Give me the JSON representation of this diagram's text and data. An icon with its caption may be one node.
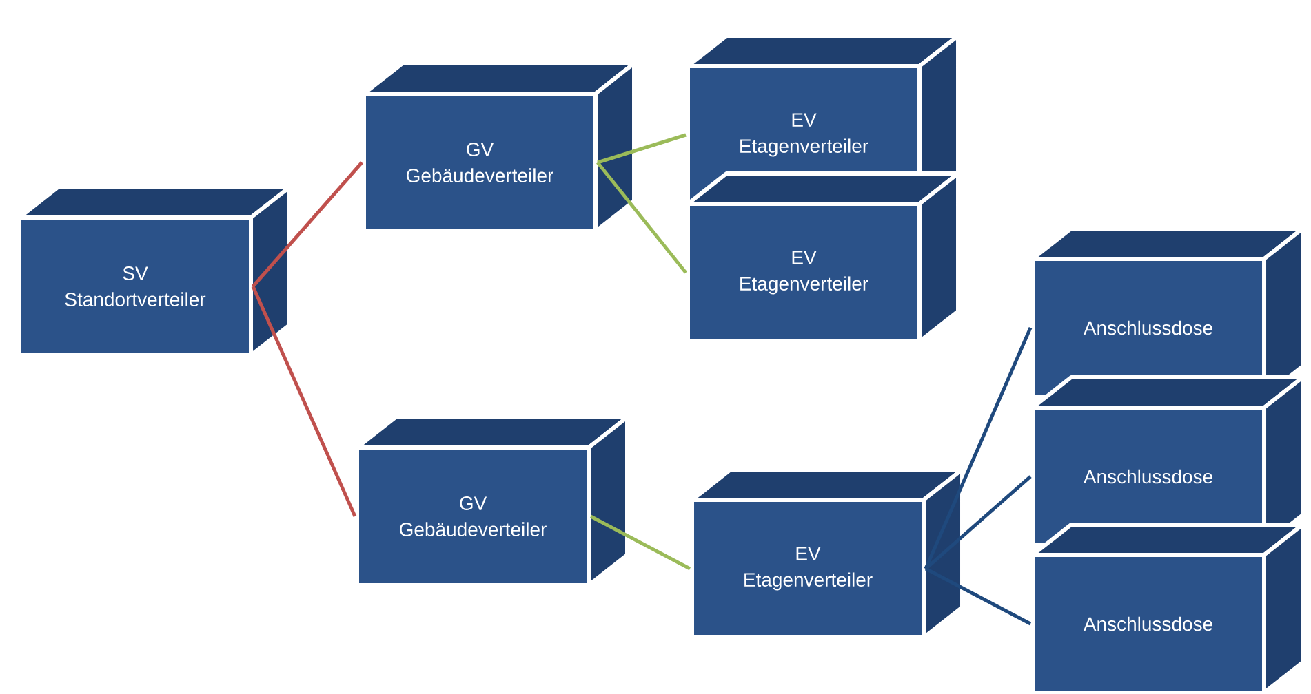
{
  "diagram": {
    "nodes": [
      {
        "text": [
          "SV",
          "Standortverteiler"
        ]
      },
      {
        "text": [
          "GV",
          "Gebäudeverteiler"
        ]
      },
      {
        "text": [
          "GV",
          "Gebäudeverteiler"
        ]
      },
      {
        "text": [
          "EV",
          "Etagenverteiler"
        ]
      },
      {
        "text": [
          "EV",
          "Etagenverteiler"
        ]
      },
      {
        "text": [
          "EV",
          "Etagenverteiler"
        ]
      },
      {
        "text": [
          "Anschlussdose"
        ]
      },
      {
        "text": [
          "Anschlussdose"
        ]
      },
      {
        "text": [
          "Anschlussdose"
        ]
      }
    ],
    "edges": [
      {
        "from": 0,
        "to": 1,
        "arrow": "none",
        "color": "#c0504d"
      },
      {
        "from": 0,
        "to": 2,
        "arrow": "none",
        "color": "#c0504d"
      },
      {
        "from": 1,
        "to": 3,
        "arrow": "none",
        "color": "#9bbb59"
      },
      {
        "from": 1,
        "to": 4,
        "arrow": "none",
        "color": "#9bbb59"
      },
      {
        "from": 2,
        "to": 5,
        "arrow": "none",
        "color": "#9bbb59"
      },
      {
        "from": 5,
        "to": 6,
        "arrow": "none",
        "color": "#1f497d"
      },
      {
        "from": 5,
        "to": 7,
        "arrow": "none",
        "color": "#1f497d"
      },
      {
        "from": 5,
        "to": 8,
        "arrow": "none",
        "color": "#1f497d"
      }
    ]
  }
}
